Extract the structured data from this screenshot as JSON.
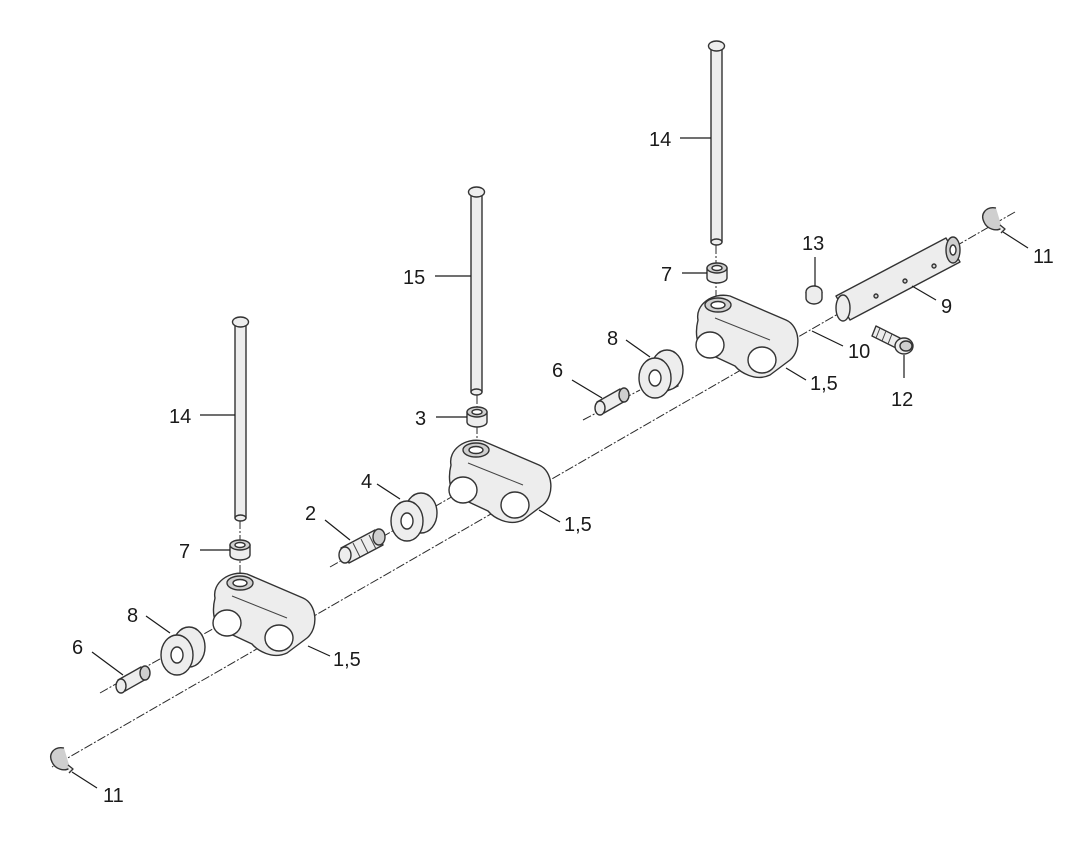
{
  "labels": {
    "pushrod_upper": "14",
    "pushrod_mid": "15",
    "pushrod_lower": "14",
    "cup_upper": "7",
    "cup_mid": "3",
    "cup_lower": "7",
    "roller_upper": "8",
    "roller_mid": "4",
    "roller_lower": "8",
    "pin_upper": "6",
    "pin_mid": "2",
    "pin_lower": "6",
    "rocker_upper": "1,5",
    "rocker_mid": "1,5",
    "rocker_lower": "1,5",
    "clip_right": "11",
    "clip_left": "11",
    "plug": "13",
    "shaft_end": "9",
    "shaft": "10",
    "bolt": "12"
  },
  "parts": [
    {
      "id": "pushrod_upper",
      "icon": "pushrod-icon"
    },
    {
      "id": "pushrod_mid",
      "icon": "pushrod-icon"
    },
    {
      "id": "pushrod_lower",
      "icon": "pushrod-icon"
    },
    {
      "id": "cup_upper",
      "icon": "cup-icon"
    },
    {
      "id": "cup_mid",
      "icon": "cup-icon"
    },
    {
      "id": "cup_lower",
      "icon": "cup-icon"
    },
    {
      "id": "roller_upper",
      "icon": "roller-icon"
    },
    {
      "id": "roller_mid",
      "icon": "roller-icon"
    },
    {
      "id": "roller_lower",
      "icon": "roller-icon"
    },
    {
      "id": "pin_upper",
      "icon": "pin-icon"
    },
    {
      "id": "pin_mid",
      "icon": "pin-icon"
    },
    {
      "id": "pin_lower",
      "icon": "pin-icon"
    },
    {
      "id": "rocker_upper",
      "icon": "rocker-arm-icon"
    },
    {
      "id": "rocker_mid",
      "icon": "rocker-arm-icon"
    },
    {
      "id": "rocker_lower",
      "icon": "rocker-arm-icon"
    },
    {
      "id": "clip_right",
      "icon": "circlip-icon"
    },
    {
      "id": "clip_left",
      "icon": "circlip-icon"
    },
    {
      "id": "plug",
      "icon": "plug-icon"
    },
    {
      "id": "shaft_end",
      "icon": "shaft-icon"
    },
    {
      "id": "bolt",
      "icon": "bolt-icon"
    }
  ],
  "colors": {
    "line": "#1a1a1a",
    "part_fill": "#ededed",
    "background": "#ffffff"
  }
}
